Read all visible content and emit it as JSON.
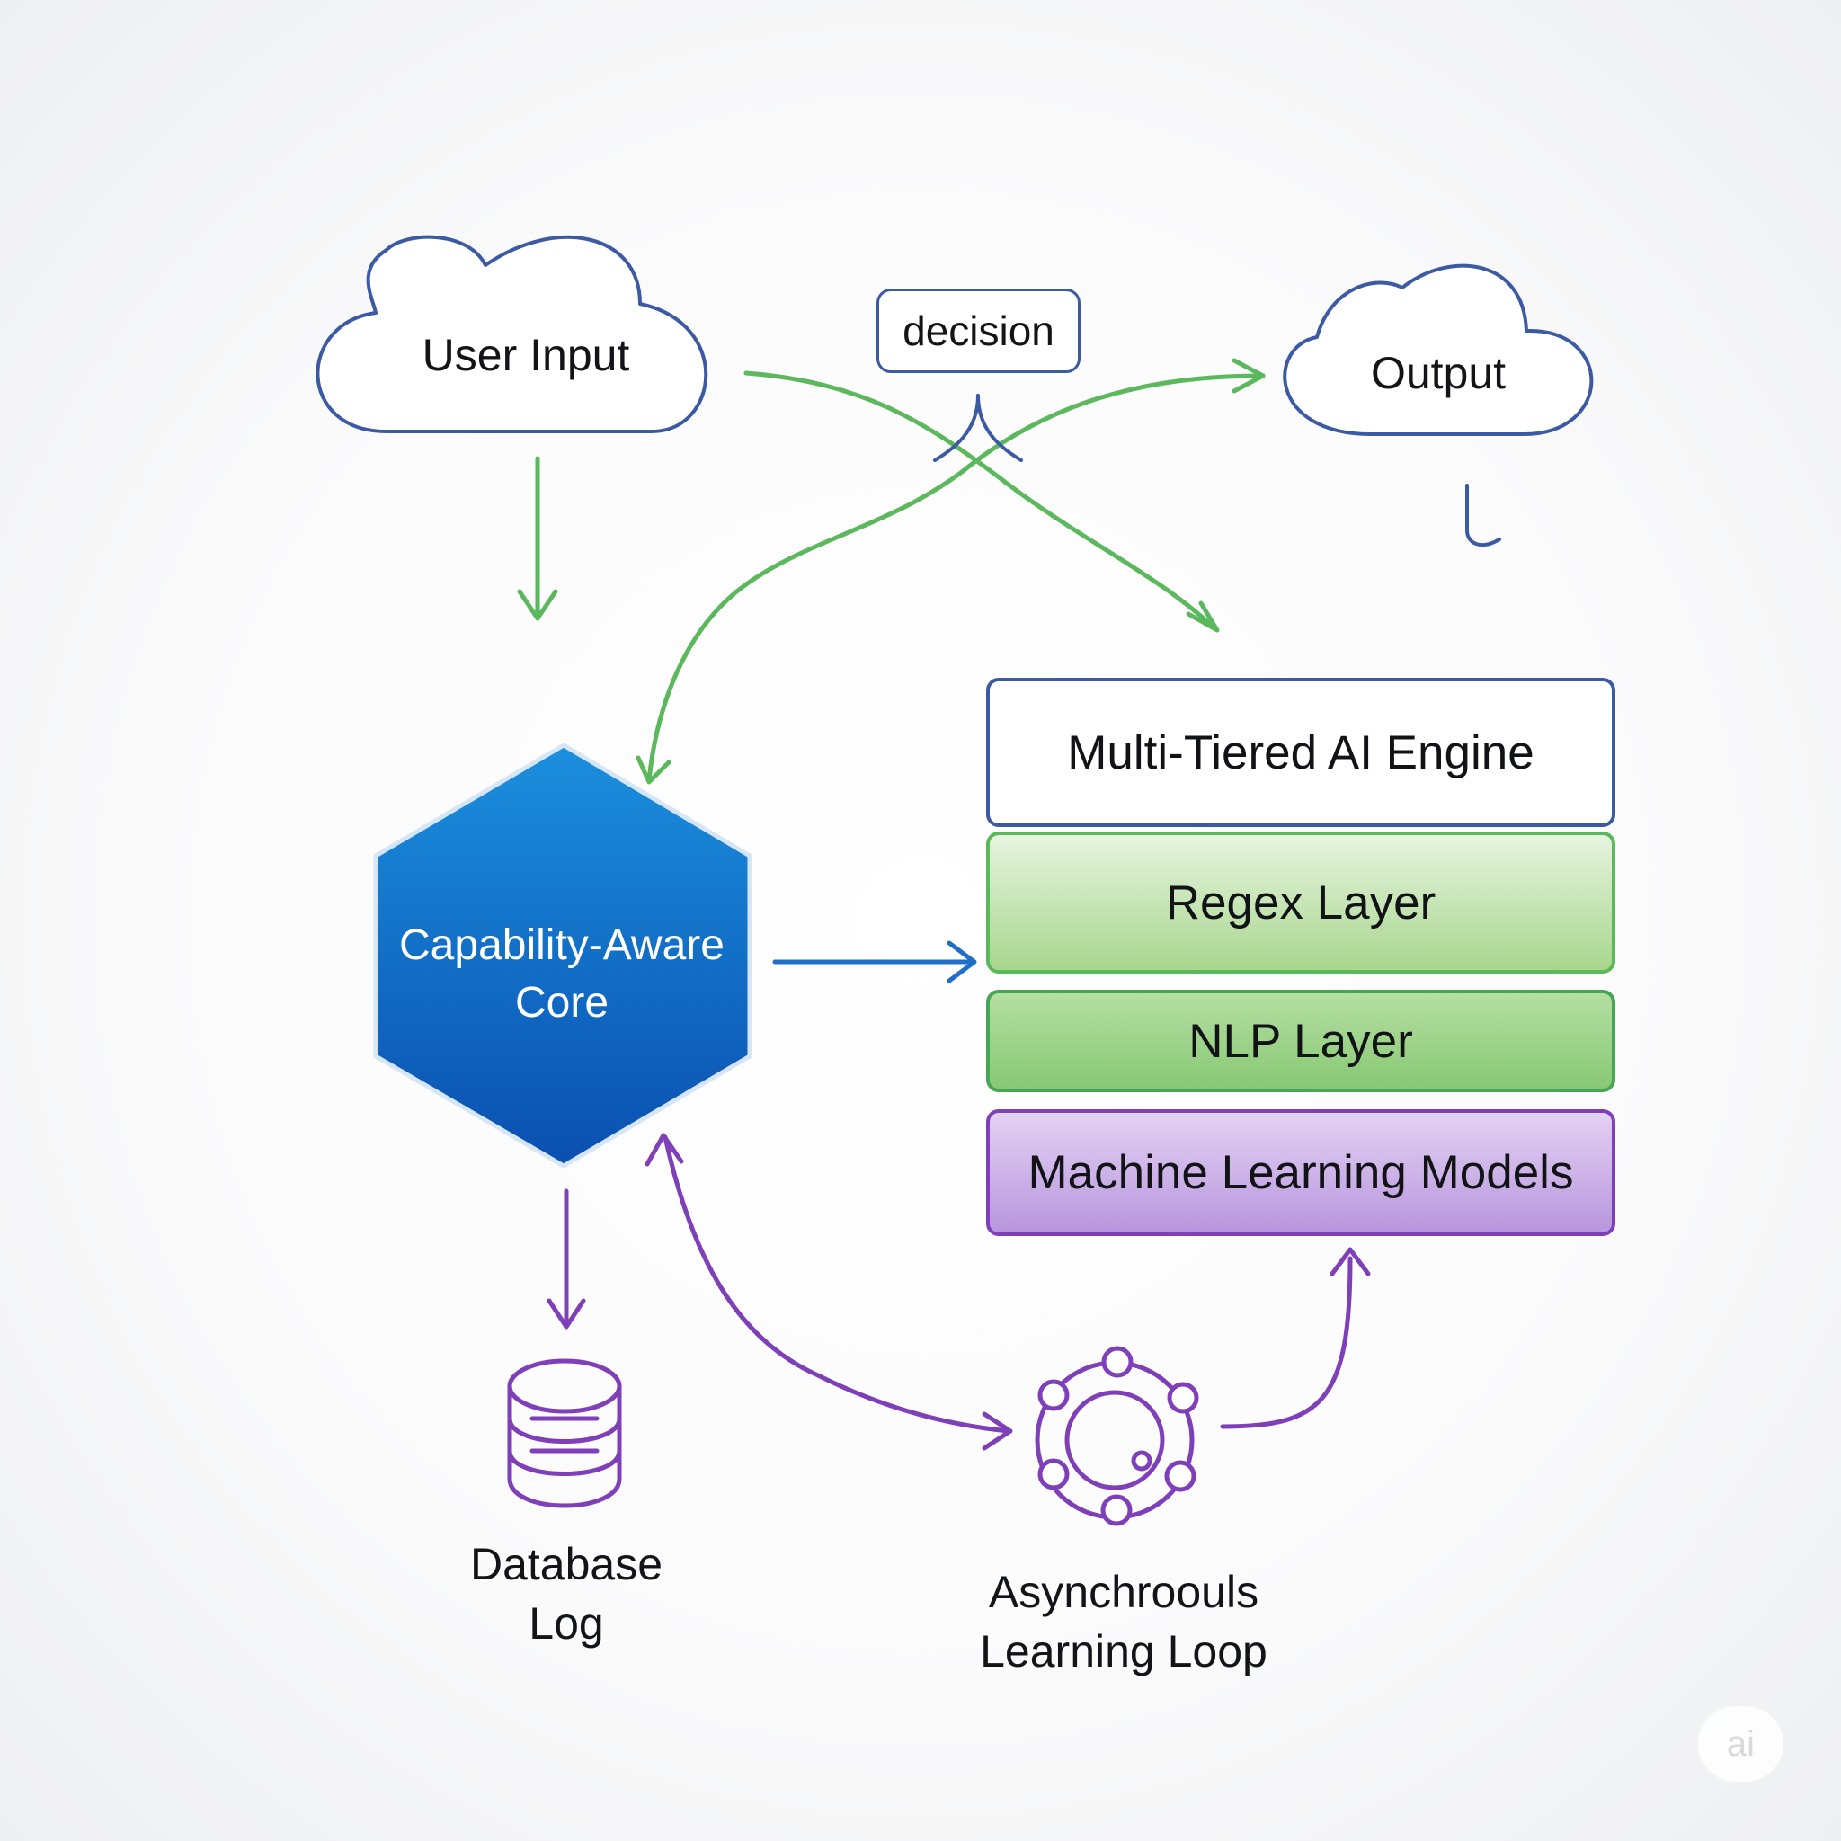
{
  "diagram": {
    "nodes": {
      "user_input": "User Input",
      "decision": "decision",
      "output": "Output",
      "core": [
        "Capability-Aware",
        "Core"
      ],
      "engine": {
        "title": "Multi-Tiered AI Engine",
        "layers": [
          "Regex Layer",
          "NLP Layer",
          "Machine Learning Models"
        ]
      },
      "database": [
        "Database",
        "Log"
      ],
      "learning_loop": [
        "Asynchroouls",
        "Learning Loop"
      ]
    },
    "watermark": "ai"
  },
  "colors": {
    "outline_blue": "#3c5aa4",
    "arrow_green": "#5cb85c",
    "arrow_blue": "#1f6fc8",
    "arrow_purple": "#7e3fb8",
    "core_fill_top": "#1b8fdd",
    "core_fill_bottom": "#0a4fb0"
  },
  "icons": {
    "user_input": "cloud-icon",
    "output": "cloud-icon",
    "core": "hexagon-icon",
    "database": "database-icon",
    "learning_loop": "network-cycle-icon",
    "stray_mark": "hook-arrow-icon"
  }
}
